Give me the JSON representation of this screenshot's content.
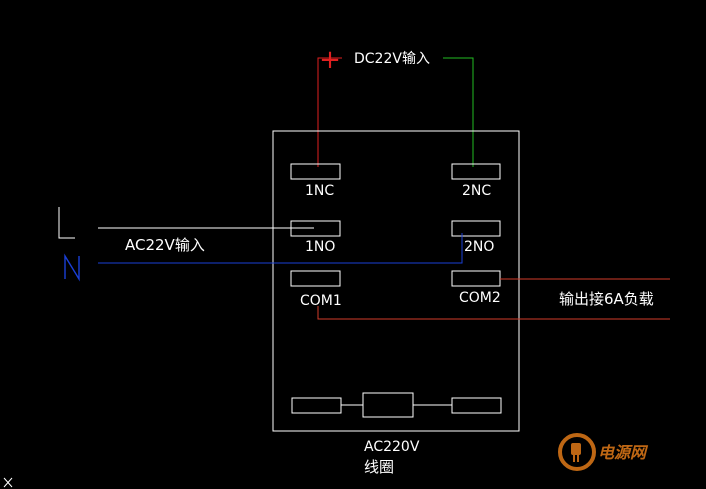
{
  "diagram": {
    "dc_input_label": "DC22V输入",
    "dc_plus_sign": "+",
    "ac_input_label": "AC22V输入",
    "line_marker": "L",
    "neutral_marker": "N",
    "terminals": {
      "nc1": "1NC",
      "nc2": "2NC",
      "no1": "1NO",
      "no2": "2NO",
      "com1": "COM1",
      "com2": "COM2"
    },
    "output_label": "输出接6A负载",
    "coil_voltage": "AC220V",
    "coil_label": "线圈"
  },
  "watermark": {
    "text": "电源网"
  },
  "colors": {
    "background": "#000000",
    "component": "#ffffff",
    "dc_positive": "#e02020",
    "dc_negative": "#22bb22",
    "neutral": "#1a3fd6",
    "output": "#d23c2a",
    "watermark": "#e07a18"
  }
}
